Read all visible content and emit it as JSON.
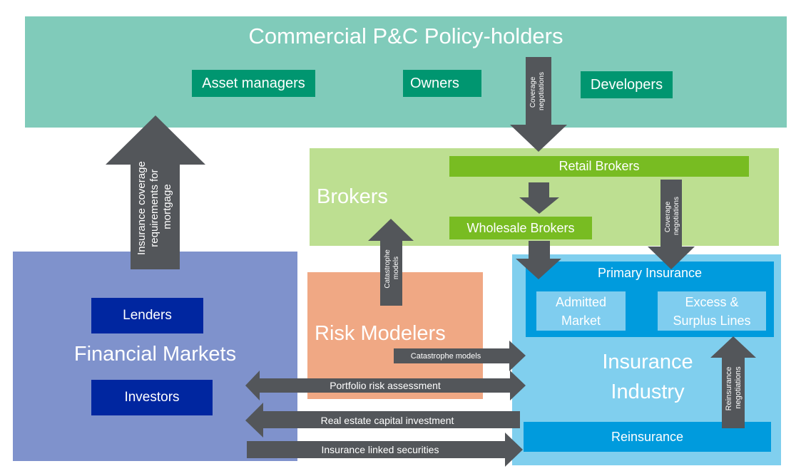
{
  "policyholders": {
    "title": "Commercial P&C Policy-holders",
    "members": [
      "Asset managers",
      "Owners",
      "Developers"
    ]
  },
  "brokers": {
    "title": "Brokers",
    "retail": "Retail Brokers",
    "wholesale": "Wholesale Brokers"
  },
  "financial_markets": {
    "title": "Financial Markets",
    "members": [
      "Lenders",
      "Investors"
    ]
  },
  "risk_modelers": {
    "title": "Risk Modelers"
  },
  "insurance_industry": {
    "title_line1": "Insurance",
    "title_line2": "Industry",
    "primary": {
      "title": "Primary Insurance",
      "admitted_line1": "Admitted",
      "admitted_line2": "Market",
      "excess_line1": "Excess &",
      "excess_line2": "Surplus Lines"
    },
    "reinsurance": "Reinsurance"
  },
  "flows": {
    "coverage_negotiations_top": [
      "Coverage",
      "negotiations"
    ],
    "insurance_coverage_requirements": [
      "Insurance coverage",
      "requirements for",
      "mortgage"
    ],
    "coverage_negotiations_right": [
      "Coverage",
      "negotiations"
    ],
    "catastrophe_models_up": [
      "Catastrophe",
      "models"
    ],
    "catastrophe_models_right": "Catastrophe models",
    "portfolio_risk_assessment": "Portfolio risk assessment",
    "real_estate_capital_investment": "Real estate capital investment",
    "insurance_linked_securities": "Insurance linked securities",
    "reinsurance_negotiations": [
      "Reinsurance",
      "negotiations"
    ]
  },
  "colors": {
    "policyholders_bg": "#80CBBA",
    "policyholder_member": "#009670",
    "brokers_bg": "#BDDF91",
    "broker_member": "#78BC22",
    "financial_bg": "#7F92CC",
    "financial_member": "#0026A0",
    "risk_modelers_bg": "#F0A884",
    "insurance_bg": "#80CFEE",
    "insurance_member": "#009BDD",
    "arrow": "#53565A"
  }
}
